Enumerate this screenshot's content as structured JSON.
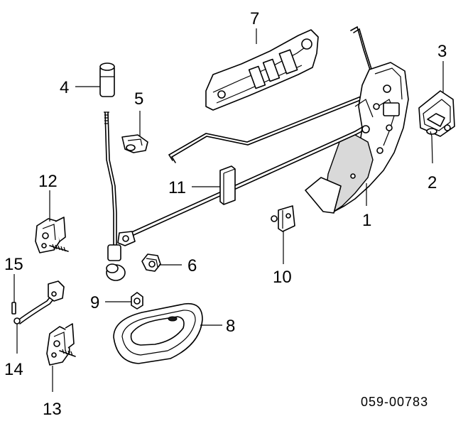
{
  "diagram": {
    "drawing_code": "059-00783",
    "callouts": [
      {
        "id": "1",
        "text": "1"
      },
      {
        "id": "2",
        "text": "2"
      },
      {
        "id": "3",
        "text": "3"
      },
      {
        "id": "4",
        "text": "4"
      },
      {
        "id": "5",
        "text": "5"
      },
      {
        "id": "6",
        "text": "6"
      },
      {
        "id": "7",
        "text": "7"
      },
      {
        "id": "8",
        "text": "8"
      },
      {
        "id": "9",
        "text": "9"
      },
      {
        "id": "10",
        "text": "10"
      },
      {
        "id": "11",
        "text": "11"
      },
      {
        "id": "12",
        "text": "12"
      },
      {
        "id": "13",
        "text": "13"
      },
      {
        "id": "14",
        "text": "14"
      },
      {
        "id": "15",
        "text": "15"
      }
    ]
  }
}
